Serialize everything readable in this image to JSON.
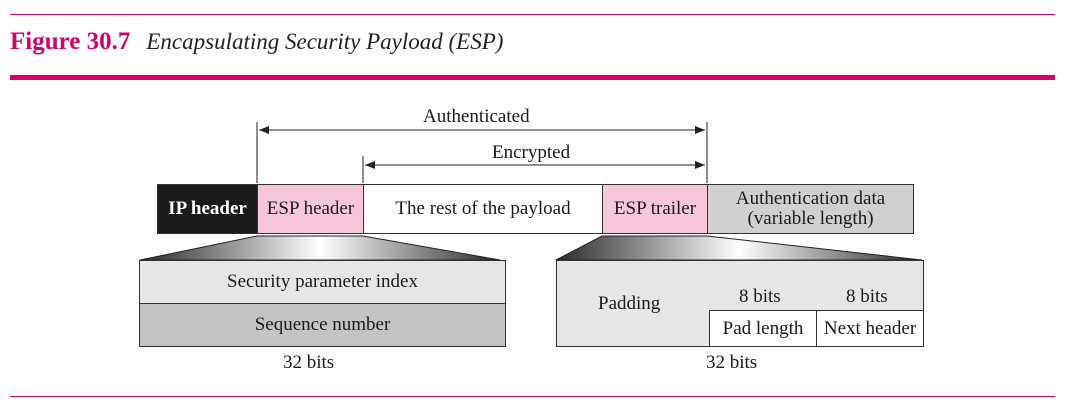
{
  "figure": {
    "number": "Figure 30.7",
    "caption": "Encapsulating Security Payload (ESP)"
  },
  "spans": {
    "authenticated": "Authenticated",
    "encrypted": "Encrypted"
  },
  "packet": {
    "ip_header": "IP header",
    "esp_header": "ESP header",
    "payload": "The rest of the payload",
    "esp_trailer": "ESP trailer",
    "auth_data_line1": "Authentication data",
    "auth_data_line2": "(variable length)"
  },
  "header_detail": {
    "spi": "Security parameter index",
    "sequence": "Sequence number",
    "width": "32 bits"
  },
  "trailer_detail": {
    "padding": "Padding",
    "pad_length_bits": "8 bits",
    "next_header_bits": "8 bits",
    "pad_length": "Pad length",
    "next_header": "Next header",
    "width": "32 bits"
  },
  "colors": {
    "accent": "#d6006f",
    "pink_fill": "#f7c6da",
    "black_fill": "#1a1a1a",
    "light_gray": "#e6e6e6",
    "mid_gray": "#c4c4c4"
  }
}
